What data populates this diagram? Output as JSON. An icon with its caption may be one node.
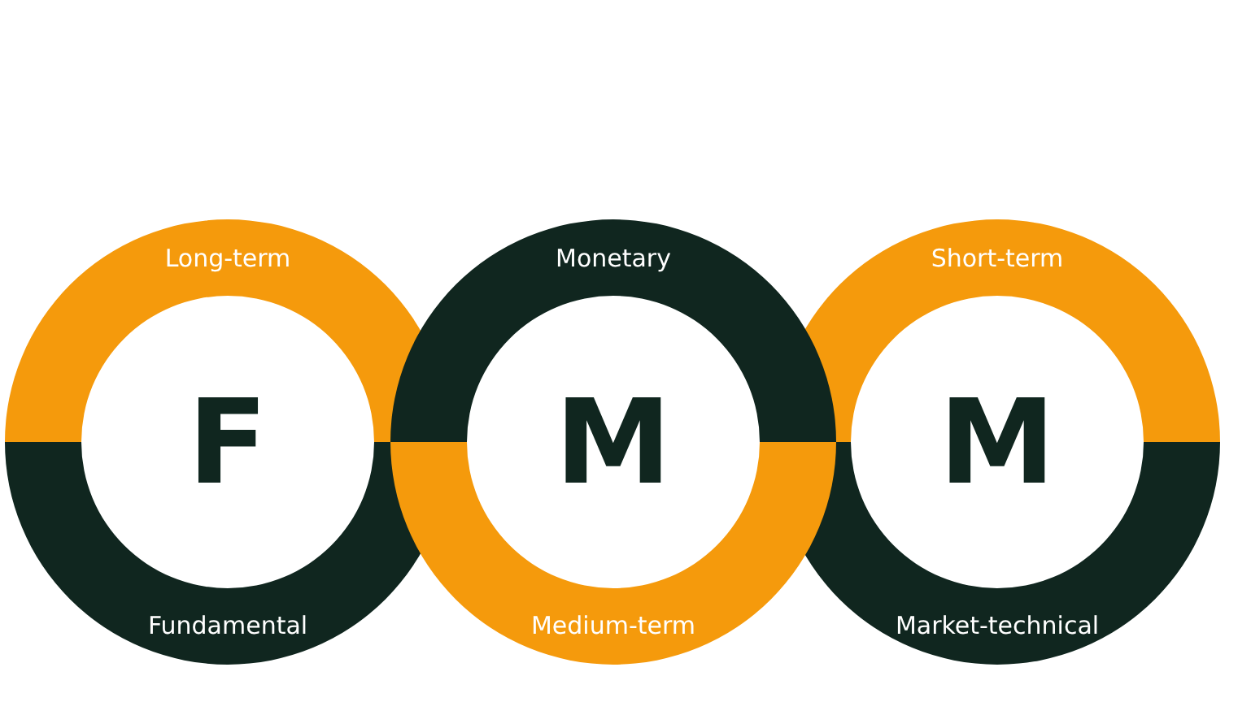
{
  "diagram": {
    "nodes": [
      {
        "text": [
          "Long-term",
          "F",
          "Fundamental"
        ]
      },
      {
        "text": [
          "Monetary",
          "M",
          "Medium-term"
        ]
      },
      {
        "text": [
          "Short-term",
          "M",
          "Market-technical"
        ]
      }
    ]
  }
}
